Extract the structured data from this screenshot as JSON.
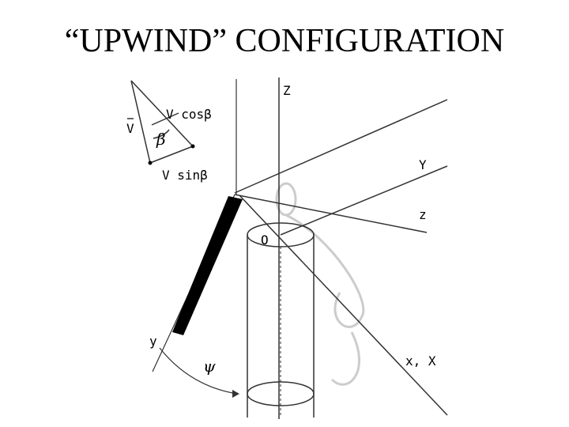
{
  "title": "“UPWIND” CONFIGURATION",
  "diagram": {
    "labels": {
      "Z_axis": "Z",
      "Y_axis": "Y",
      "z_axis": "z",
      "x_X_axis": "x, X",
      "origin": "O",
      "y_axis": "y",
      "psi": "ψ",
      "v_vec": "V",
      "beta": "β",
      "v_cos": "V cosβ",
      "v_sin": "V sinβ"
    },
    "colors": {
      "line": "#333333",
      "blade": "#000000",
      "circle_background": "#cccccc"
    }
  }
}
